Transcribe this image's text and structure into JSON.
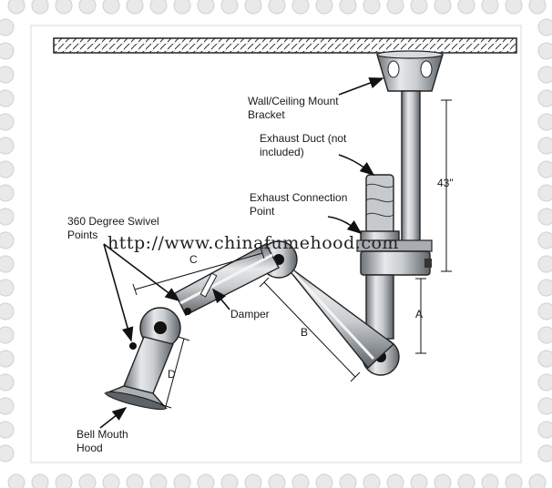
{
  "labels": {
    "mount_bracket": [
      "Wall/Ceiling Mount",
      "Bracket"
    ],
    "exhaust_duct": [
      "Exhaust Duct (not",
      "included)"
    ],
    "exhaust_connection": [
      "Exhaust Connection",
      "Point"
    ],
    "swivel_points": [
      "360 Degree Swivel",
      "Points"
    ],
    "damper": "Damper",
    "bell_mouth": [
      "Bell Mouth",
      "Hood"
    ]
  },
  "dimensions": {
    "height_43": "43\"",
    "a": "A",
    "b": "B",
    "c": "C",
    "d": "D"
  },
  "watermark": "http://www.chinafumehood.com"
}
